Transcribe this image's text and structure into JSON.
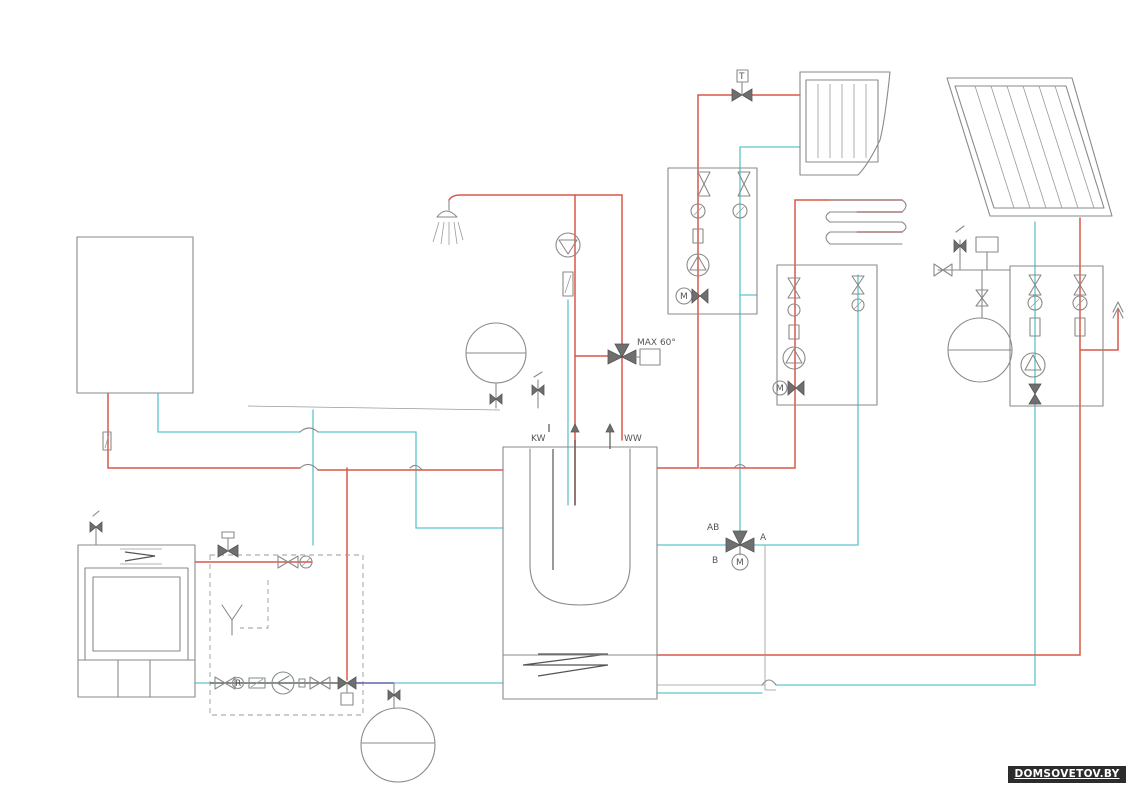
{
  "labels": {
    "max_temp": "MAX 60°",
    "kw": "KW",
    "ww": "WW",
    "ab": "AB",
    "a": "A",
    "b": "B",
    "m": "M",
    "t": "T"
  },
  "watermark": "DOMSOVETOV.BY",
  "colors": {
    "hot_line": "#d9584a",
    "cold_line": "#5fc3c9",
    "pencil": "#8a8a8a"
  }
}
